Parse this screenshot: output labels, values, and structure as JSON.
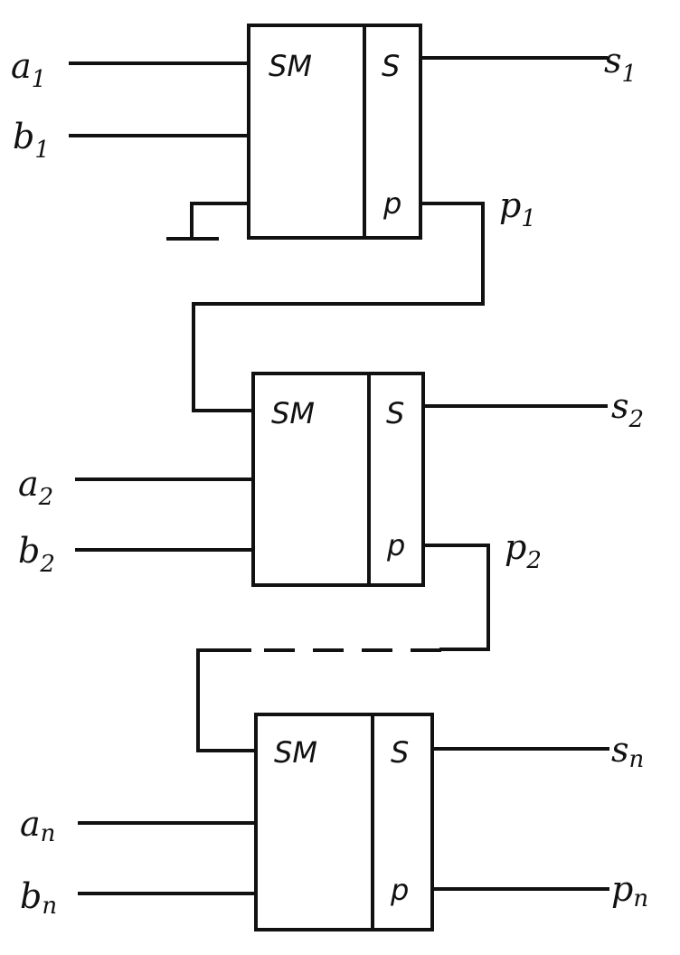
{
  "stages": [
    {
      "block": {
        "name": "SM",
        "sum_port": "S",
        "carry_port": "p"
      },
      "inputs": [
        {
          "symbol": "a",
          "index": "1"
        },
        {
          "symbol": "b",
          "index": "1"
        }
      ],
      "sum_output": {
        "symbol": "s",
        "index": "1"
      },
      "carry_output": {
        "symbol": "p",
        "index": "1"
      }
    },
    {
      "block": {
        "name": "SM",
        "sum_port": "S",
        "carry_port": "p"
      },
      "inputs": [
        {
          "symbol": "a",
          "index": "2"
        },
        {
          "symbol": "b",
          "index": "2"
        }
      ],
      "sum_output": {
        "symbol": "s",
        "index": "2"
      },
      "carry_output": {
        "symbol": "p",
        "index": "2"
      }
    },
    {
      "block": {
        "name": "SM",
        "sum_port": "S",
        "carry_port": "p"
      },
      "inputs": [
        {
          "symbol": "a",
          "index": "n"
        },
        {
          "symbol": "b",
          "index": "n"
        }
      ],
      "sum_output": {
        "symbol": "s",
        "index": "n"
      },
      "carry_output": {
        "symbol": "p",
        "index": "n"
      }
    }
  ]
}
